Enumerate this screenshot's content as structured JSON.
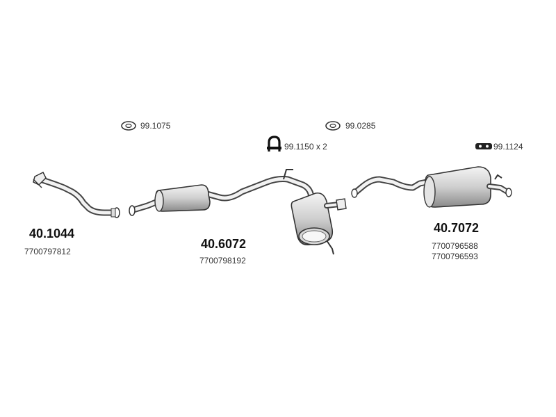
{
  "parts": [
    {
      "number": "40.1044",
      "oem": [
        "7700797812"
      ]
    },
    {
      "number": "40.6072",
      "oem": [
        "7700798192"
      ]
    },
    {
      "number": "40.7072",
      "oem": [
        "7700796588",
        "7700796593"
      ]
    }
  ],
  "accessories": [
    {
      "code": "99.1075",
      "icon": "gasket-ring-icon"
    },
    {
      "code": "99.0285",
      "icon": "gasket-ring-icon"
    },
    {
      "code": "99.1150 x 2",
      "icon": "u-bolt-clamp-icon"
    },
    {
      "code": "99.1124",
      "icon": "rubber-hanger-icon"
    }
  ]
}
